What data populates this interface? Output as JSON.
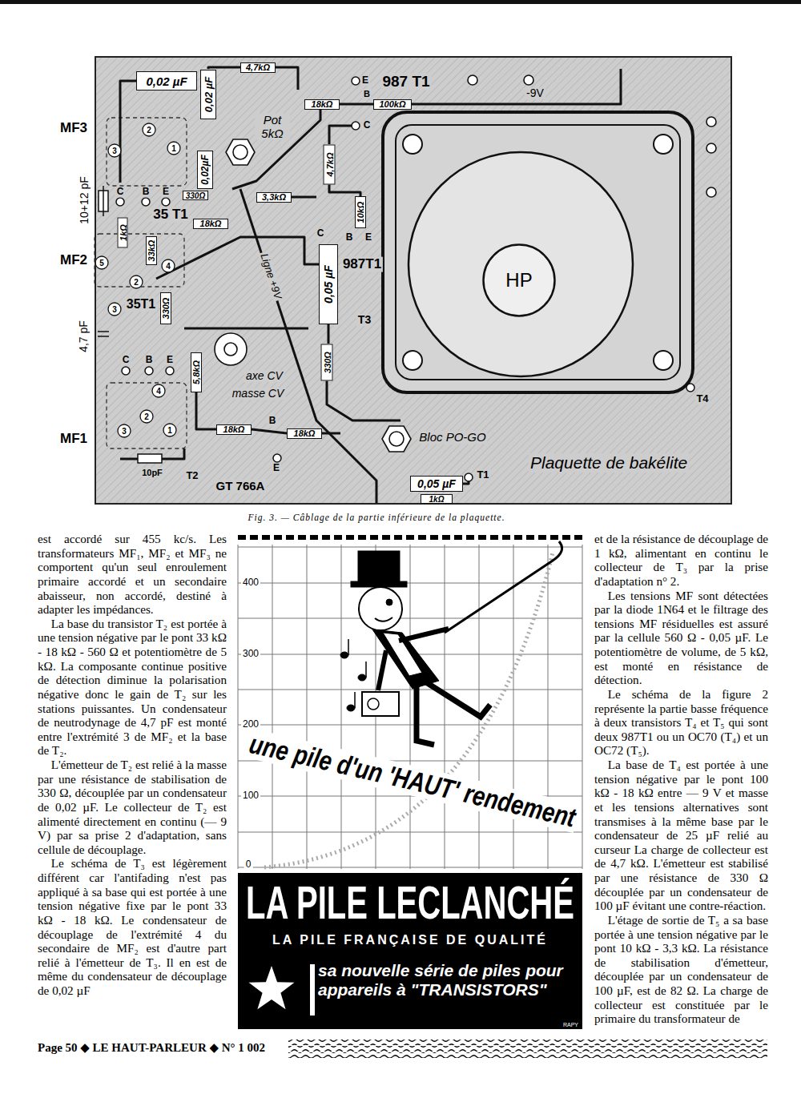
{
  "diagram": {
    "caption": "Fig. 3. — Câblage de la partie inférieure de la plaquette.",
    "nodes": [
      {
        "text": [
          "Plaquette de bakélite"
        ]
      },
      {
        "text": [
          "HP"
        ],
        "in": 0
      },
      {
        "text": [
          "0,02 µF"
        ],
        "in": 0
      },
      {
        "text": [
          "4,7kΩ"
        ],
        "in": 0
      },
      {
        "text": [
          "0,02 µF"
        ],
        "in": 0
      },
      {
        "text": [
          "18kΩ"
        ],
        "in": 0
      },
      {
        "text": [
          "100kΩ"
        ],
        "in": 0
      },
      {
        "text": [
          "4,7kΩ"
        ],
        "in": 0
      },
      {
        "text": [
          "0,02µF"
        ],
        "in": 0
      },
      {
        "text": [
          "330Ω"
        ],
        "in": 0
      },
      {
        "text": [
          "3,3kΩ"
        ],
        "in": 0
      },
      {
        "text": [
          "10kΩ"
        ],
        "in": 0
      },
      {
        "text": [
          "18kΩ"
        ],
        "in": 0
      },
      {
        "text": [
          "1kΩ"
        ],
        "in": 0
      },
      {
        "text": [
          "33kΩ"
        ],
        "in": 0
      },
      {
        "text": [
          "0,05 µF"
        ],
        "in": 0
      },
      {
        "text": [
          "330Ω"
        ],
        "in": 0
      },
      {
        "text": [
          "330Ω"
        ],
        "in": 0
      },
      {
        "text": [
          "5,8kΩ"
        ],
        "in": 0
      },
      {
        "text": [
          "18kΩ"
        ],
        "in": 0
      },
      {
        "text": [
          "18kΩ"
        ],
        "in": 0
      },
      {
        "text": [
          "0,05 µF"
        ],
        "in": 0
      },
      {
        "text": [
          "1kΩ"
        ],
        "in": 0
      },
      {
        "text": [
          "LA PILE LECLANCHÉ",
          "LA PILE FRANÇAISE DE QUALITÉ",
          "sa nouvelle série de piles pour appareils à \"TRANSISTORS\"",
          "RAPY"
        ]
      }
    ],
    "edges": [
      {
        "from": 5,
        "to": 6,
        "arrow": "none"
      },
      {
        "from": 19,
        "to": 20,
        "arrow": "none"
      }
    ],
    "labels": [
      "MF3",
      "MF2",
      "MF1",
      "10+12 pF",
      "4,7 pF",
      "E",
      "987 T1",
      "B",
      "-9V",
      "C",
      "Pot 5kΩ",
      "3",
      "2",
      "1",
      "C",
      "B",
      "E",
      "35 T1",
      "5",
      "4",
      "2",
      "C",
      "B",
      "E",
      "987T1",
      "Ligne +9V",
      "3",
      "35T1",
      "T3",
      "C",
      "B",
      "E",
      "axe CV",
      "masse CV",
      "4",
      "2",
      "3",
      "1",
      "B",
      "Bloc PO-GO",
      "10pF",
      "T2",
      "E",
      "GT 766A",
      "T1",
      "T4",
      "400",
      "300",
      "200",
      "100",
      "0",
      "une pile d'un 'HAUT' rendement",
      "Page 50 ◆ LE HAUT-PARLEUR ◆ N° 1 002",
      "est accordé sur 455 kc/s. Les transformateurs MF₁, MF₂ et MF₃ ne comportent qu'un seul enroulement primaire accordé et un secondaire abaisseur, non accordé, destiné à adapter les impédances.",
      "La base du transistor T₂ est portée à une tension négative par le pont 33 kΩ - 18 kΩ - 560 Ω et potentiomètre de 5 kΩ. La composante continue positive de détection diminue la polarisation négative donc le gain de T₂ sur les stations puissantes. Un condensateur de neutrodynage de 4,7 pF est monté entre l'extrémité 3 de MF₂ et la base de T₂.",
      "L'émetteur de T₂ est relié à la masse par une résistance de stabilisation de 330 Ω, découplée par un condensateur de 0,02 µF. Le collecteur de T₂ est alimenté directement en continu (— 9 V) par sa prise 2 d'adaptation, sans cellule de découplage.",
      "Le schéma de T₃ est légèrement différent car l'antifading n'est pas appliqué à sa base qui est portée à une tension négative fixe par le pont 33 kΩ - 18 kΩ. Le condensateur de découplage de l'extrémité 4 du secondaire de MF₂ est d'autre part relié à l'émetteur de T₃. Il en est de même du condensateur de découplage de 0,02 µF",
      "et de la résistance de découplage de 1 kΩ, alimentant en continu le collecteur de T₃ par la prise d'adaptation n° 2.",
      "Les tensions MF sont détectées par la diode 1N64 et le filtrage des tensions MF résiduelles est assuré par la cellule 560 Ω - 0,05 µF. Le potentiomètre de volume, de 5 kΩ, est monté en résistance de détection.",
      "Le schéma de la figure 2 représente la partie basse fréquence à deux transistors T₄ et T₅ qui sont deux 987T1 ou un OC70 (T₄) et un OC72 (T₅).",
      "La base de T₄ est portée à une tension négative par le pont 100 kΩ - 18 kΩ entre — 9 V et masse et les tensions alternatives sont transmises à la même base par le condensateur de 25 µF relié au curseur La charge de collecteur est de 4,7 kΩ. L'émetteur est stabilisé par une résistance de 330 Ω découplée par un condensateur de 100 µF évitant une contre-réaction.",
      "L'étage de sortie de T₅ a sa base portée à une tension négative par le pont 10 kΩ - 3,3 kΩ. La résistance de stabilisation d'émetteur, découplée par un condensateur de 100 µF, est de 82 Ω. La charge de collecteur est constituée par le primaire du transformateur de"
    ]
  }
}
